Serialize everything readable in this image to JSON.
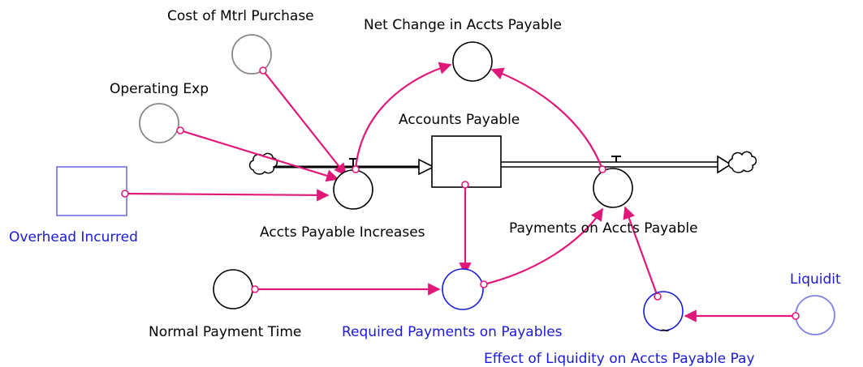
{
  "labels": {
    "cost_of_mtrl_purchase": "Cost of Mtrl Purchase",
    "net_change_accts_payable": "Net Change in Accts Payable",
    "operating_exp": "Operating Exp",
    "accounts_payable": "Accounts Payable",
    "overhead_incurred": "Overhead Incurred",
    "accts_payable_increases": "Accts Payable Increases",
    "payments_on_accts_payable": "Payments on Accts Payable",
    "liquidity": "Liquidit",
    "normal_payment_time": "Normal Payment Time",
    "required_payments_on_payables": "Required Payments on Payables",
    "effect_of_liquidity": "Effect of Liquidity on Accts Payable Pay",
    "lookup_symbol": "~"
  },
  "colors": {
    "connector": "#e0187a",
    "shadow_variable": "#1a1adb",
    "ghost_variable": "#888888",
    "ghost_box": "#8080e0",
    "stock_flow": "#000000"
  }
}
